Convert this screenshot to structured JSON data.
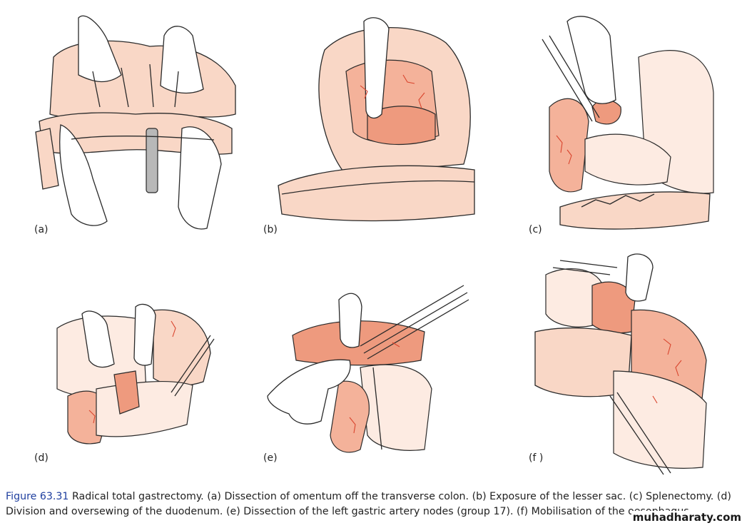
{
  "panels": [
    {
      "id": "a",
      "label": "(a)"
    },
    {
      "id": "b",
      "label": "(b)"
    },
    {
      "id": "c",
      "label": "(c)"
    },
    {
      "id": "d",
      "label": "(d)"
    },
    {
      "id": "e",
      "label": "(e)"
    },
    {
      "id": "f",
      "label": "(f )"
    }
  ],
  "caption": {
    "figure": "Figure 63.31",
    "text": " Radical total gastrectomy. (a) Dissection of omentum off the transverse colon. (b) Exposure of the lesser sac. (c) Splenectomy. (d) Division and oversewing of the duodenum. (e) Dissection of the left gastric artery nodes (group 17). (f) Mobilisation of the oesophagus."
  },
  "watermark": "muhadharaty.com",
  "colors": {
    "tissue": "#f9d7c6",
    "tissue_deep": "#ee9a7e",
    "vessel": "#d9452e",
    "caption_figure": "#1f3f9f"
  }
}
